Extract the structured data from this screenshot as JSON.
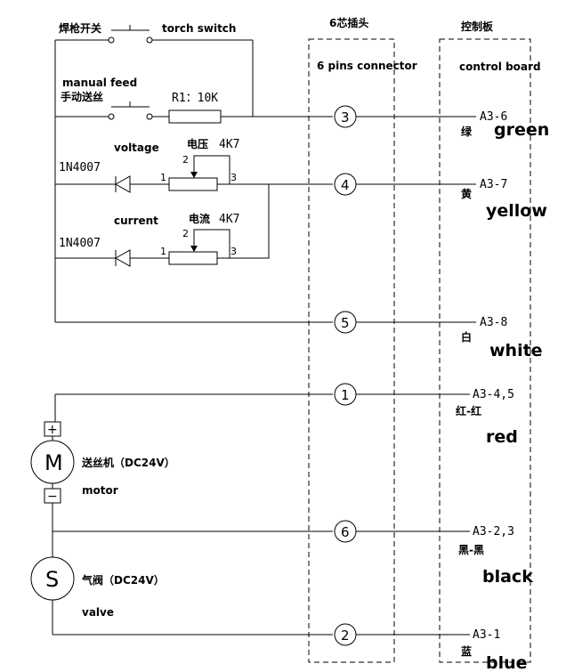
{
  "headers": {
    "connector_cn": "6芯插头",
    "connector_en": "6 pins connector",
    "board_cn": "控制板",
    "board_en": "control board"
  },
  "components": {
    "torch_switch_cn": "焊枪开关",
    "torch_switch_en": "torch switch",
    "manual_feed_en": "manual feed",
    "manual_feed_cn": "手动送丝",
    "r1_label": "R1：10K",
    "diode1_label": "1N4007",
    "diode2_label": "1N4007",
    "voltage_en": "voltage",
    "voltage_cn": "电压",
    "voltage_value": "4K7",
    "current_en": "current",
    "current_cn": "电流",
    "current_value": "4K7",
    "pot_pin1": "1",
    "pot_pin2": "2",
    "pot_pin3": "3",
    "motor_symbol": "M",
    "motor_plus": "+",
    "motor_minus": "−",
    "motor_cn": "送丝机（DC24V）",
    "motor_en": "motor",
    "valve_symbol": "S",
    "valve_cn": "气阀（DC24V）",
    "valve_en": "valve"
  },
  "pins": [
    {
      "num": "3",
      "board": "A3-6",
      "color_cn": "绿",
      "color_en": "green"
    },
    {
      "num": "4",
      "board": "A3-7",
      "color_cn": "黄",
      "color_en": "yellow"
    },
    {
      "num": "5",
      "board": "A3-8",
      "color_cn": "白",
      "color_en": "white"
    },
    {
      "num": "1",
      "board": "A3-4,5",
      "color_cn": "红-红",
      "color_en": "red"
    },
    {
      "num": "6",
      "board": "A3-2,3",
      "color_cn": "黑-黑",
      "color_en": "black"
    },
    {
      "num": "2",
      "board": "A3-1",
      "color_cn": "蓝",
      "color_en": "blue"
    }
  ]
}
